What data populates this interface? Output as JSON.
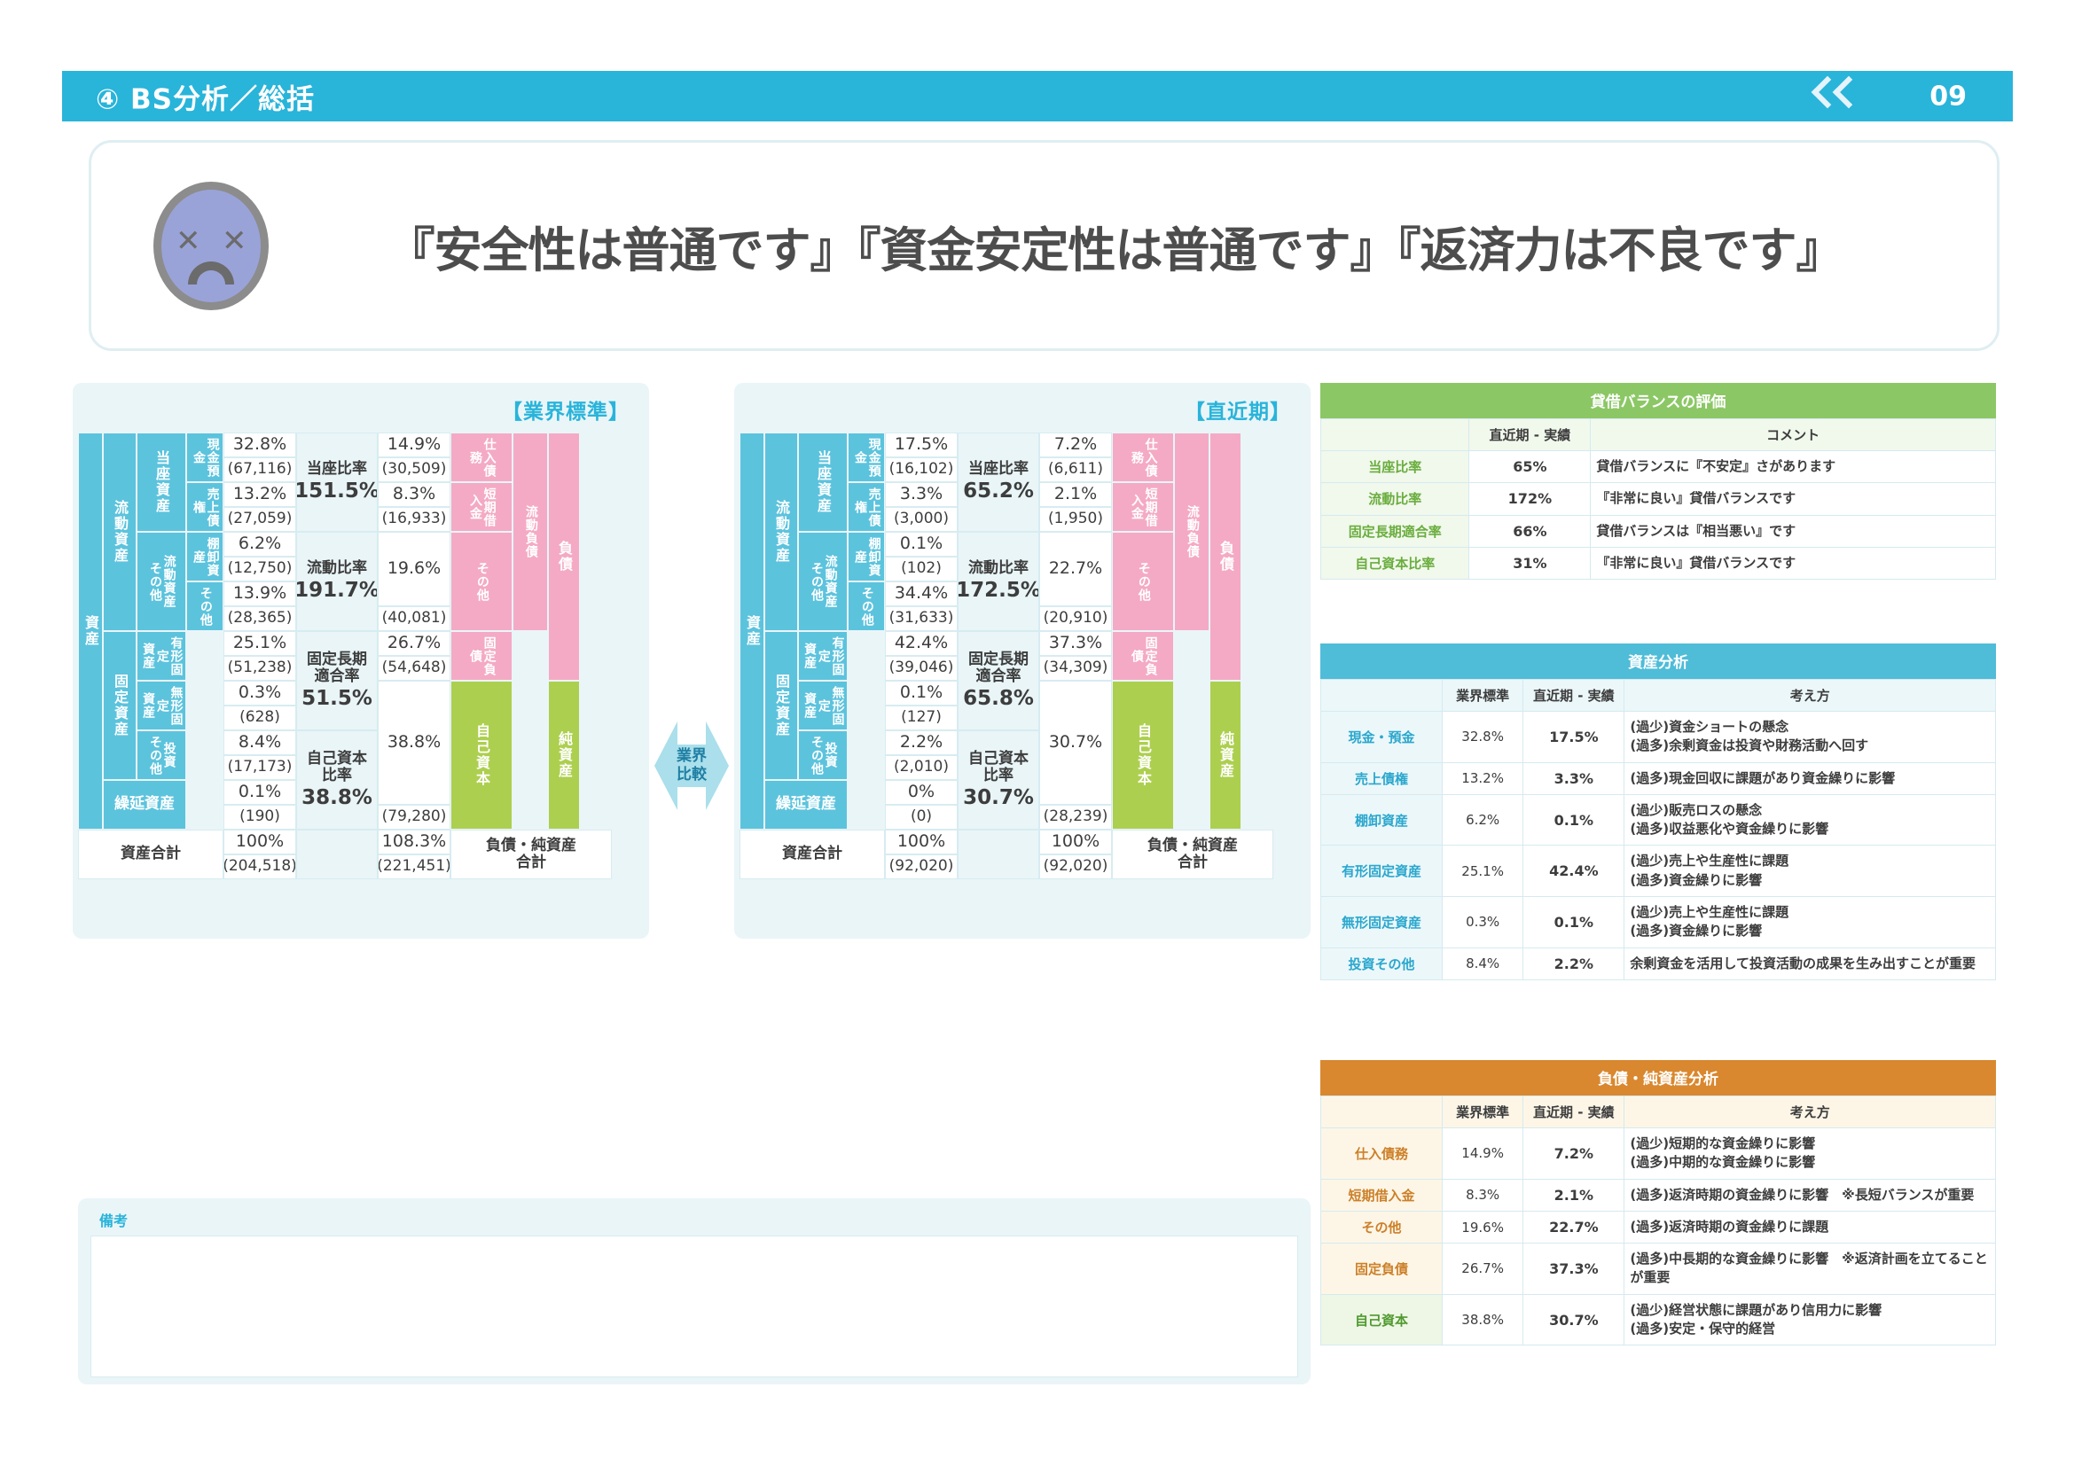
{
  "header": {
    "title": "④ BS分析／総括",
    "page_number": "09",
    "chevron_icon": "double-chevron-left-icon"
  },
  "banner": {
    "face_icon": "dizzy-sad-face-icon",
    "message": "『安全性は普通です』『資金安定性は普通です』『返済力は不良です』"
  },
  "compare_arrow": {
    "line1": "業界",
    "line2": "比較",
    "icon": "double-arrow-horizontal-icon"
  },
  "remarks": {
    "label": "備考",
    "value": ""
  },
  "bs_left": {
    "title": "【業界標準】",
    "assets_col1": "資産",
    "groups": {
      "current": "流動資産",
      "fixed": "固定資産"
    },
    "sub": {
      "quick": "当座資産",
      "current_other": "流動資産\nその他"
    },
    "items": [
      {
        "name": "現金預金",
        "pct": "32.8%",
        "amt": "(67,116)"
      },
      {
        "name": "売上債権",
        "pct": "13.2%",
        "amt": "(27,059)"
      },
      {
        "name": "棚卸資産",
        "pct": "6.2%",
        "amt": "(12,750)"
      },
      {
        "name": "その他",
        "pct": "13.9%",
        "amt": "(28,365)"
      },
      {
        "name": "有形固定資産",
        "pct": "25.1%",
        "amt": "(51,238)"
      },
      {
        "name": "無形固定資産",
        "pct": "0.3%",
        "amt": "(628)"
      },
      {
        "name": "投資その他",
        "pct": "8.4%",
        "amt": "(17,173)"
      },
      {
        "name": "繰延資産",
        "pct": "0.1%",
        "amt": "(190)"
      }
    ],
    "total_assets": {
      "label": "資産合計",
      "pct": "100%",
      "amt": "(204,518)"
    },
    "ratios": [
      {
        "label": "当座比率",
        "value": "151.5%"
      },
      {
        "label": "流動比率",
        "value": "191.7%"
      },
      {
        "label": "固定長期\n適合率",
        "value": "51.5%"
      },
      {
        "label": "自己資本\n比率",
        "value": "38.8%"
      }
    ],
    "liab_items": [
      {
        "name": "仕入債務",
        "pct": "14.9%",
        "amt": "(30,509)"
      },
      {
        "name": "短期借入金",
        "pct": "8.3%",
        "amt": "(16,933)"
      },
      {
        "name": "その他",
        "pct": "19.6%",
        "amt": "(40,081)"
      },
      {
        "name": "固定負債",
        "pct": "26.7%",
        "amt": "(54,648)"
      },
      {
        "name": "自己資本",
        "pct": "38.8%",
        "amt": "(79,280)"
      }
    ],
    "liab_groups": {
      "current": "流動負債",
      "liab": "負債",
      "net": "純資産"
    },
    "total_liab": {
      "label": "負債・純資産\n合計",
      "pct": "108.3%",
      "amt": "(221,451)"
    }
  },
  "bs_right": {
    "title": "【直近期】",
    "assets_col1": "資産",
    "groups": {
      "current": "流動資産",
      "fixed": "固定資産"
    },
    "sub": {
      "quick": "当座資産",
      "current_other": "流動資産\nその他"
    },
    "items": [
      {
        "name": "現金預金",
        "pct": "17.5%",
        "amt": "(16,102)"
      },
      {
        "name": "売上債権",
        "pct": "3.3%",
        "amt": "(3,000)"
      },
      {
        "name": "棚卸資産",
        "pct": "0.1%",
        "amt": "(102)"
      },
      {
        "name": "その他",
        "pct": "34.4%",
        "amt": "(31,633)"
      },
      {
        "name": "有形固定資産",
        "pct": "42.4%",
        "amt": "(39,046)"
      },
      {
        "name": "無形固定資産",
        "pct": "0.1%",
        "amt": "(127)"
      },
      {
        "name": "投資その他",
        "pct": "2.2%",
        "amt": "(2,010)"
      },
      {
        "name": "繰延資産",
        "pct": "0%",
        "amt": "(0)"
      }
    ],
    "total_assets": {
      "label": "資産合計",
      "pct": "100%",
      "amt": "(92,020)"
    },
    "ratios": [
      {
        "label": "当座比率",
        "value": "65.2%"
      },
      {
        "label": "流動比率",
        "value": "172.5%"
      },
      {
        "label": "固定長期\n適合率",
        "value": "65.8%"
      },
      {
        "label": "自己資本\n比率",
        "value": "30.7%"
      }
    ],
    "liab_items": [
      {
        "name": "仕入債務",
        "pct": "7.2%",
        "amt": "(6,611)"
      },
      {
        "name": "短期借入金",
        "pct": "2.1%",
        "amt": "(1,950)"
      },
      {
        "name": "その他",
        "pct": "22.7%",
        "amt": "(20,910)"
      },
      {
        "name": "固定負債",
        "pct": "37.3%",
        "amt": "(34,309)"
      },
      {
        "name": "自己資本",
        "pct": "30.7%",
        "amt": "(28,239)"
      }
    ],
    "liab_groups": {
      "current": "流動負債",
      "liab": "負債",
      "net": "純資産"
    },
    "total_liab": {
      "label": "負債・純資産\n合計",
      "pct": "100%",
      "amt": "(92,020)"
    }
  },
  "table_balance": {
    "title": "貸借バランスの評価",
    "columns": [
      "",
      "直近期 - 実績",
      "コメント"
    ],
    "rows": [
      {
        "name": "当座比率",
        "value": "65%",
        "comment": "貸借バランスに『不安定』さがあります"
      },
      {
        "name": "流動比率",
        "value": "172%",
        "comment": "『非常に良い』貸借バランスです"
      },
      {
        "name": "固定長期適合率",
        "value": "66%",
        "comment": "貸借バランスは『相当悪い』です"
      },
      {
        "name": "自己資本比率",
        "value": "31%",
        "comment": "『非常に良い』貸借バランスです"
      }
    ]
  },
  "table_assets": {
    "title": "資産分析",
    "columns": [
      "",
      "業界標準",
      "直近期 - 実績",
      "考え方"
    ],
    "rows": [
      {
        "name": "現金・預金",
        "std": "32.8%",
        "cur": "17.5%",
        "note": "(過少)資金ショートの懸念\n(過多)余剰資金は投資や財務活動へ回す"
      },
      {
        "name": "売上債権",
        "std": "13.2%",
        "cur": "3.3%",
        "note": "(過多)現金回収に課題があり資金繰りに影響"
      },
      {
        "name": "棚卸資産",
        "std": "6.2%",
        "cur": "0.1%",
        "note": "(過少)販売ロスの懸念\n(過多)収益悪化や資金繰りに影響"
      },
      {
        "name": "有形固定資産",
        "std": "25.1%",
        "cur": "42.4%",
        "note": "(過少)売上や生産性に課題\n(過多)資金繰りに影響"
      },
      {
        "name": "無形固定資産",
        "std": "0.3%",
        "cur": "0.1%",
        "note": "(過少)売上や生産性に課題\n(過多)資金繰りに影響"
      },
      {
        "name": "投資その他",
        "std": "8.4%",
        "cur": "2.2%",
        "note": "余剰資金を活用して投資活動の成果を生み出すことが重要"
      }
    ]
  },
  "table_liabilities": {
    "title": "負債・純資産分析",
    "columns": [
      "",
      "業界標準",
      "直近期 - 実績",
      "考え方"
    ],
    "rows": [
      {
        "name": "仕入債務",
        "std": "14.9%",
        "cur": "7.2%",
        "note": "(過少)短期的な資金繰りに影響\n(過多)中期的な資金繰りに影響"
      },
      {
        "name": "短期借入金",
        "std": "8.3%",
        "cur": "2.1%",
        "note": "(過多)返済時期の資金繰りに影響　※長短バランスが重要"
      },
      {
        "name": "その他",
        "std": "19.6%",
        "cur": "22.7%",
        "note": "(過多)返済時期の資金繰りに課題"
      },
      {
        "name": "固定負債",
        "std": "26.7%",
        "cur": "37.3%",
        "note": "(過多)中長期的な資金繰りに影響　※返済計画を立てることが重要"
      },
      {
        "name": "自己資本",
        "std": "38.8%",
        "cur": "30.7%",
        "note": "(過少)経営状態に課題があり信用力に影響\n(過多)安定・保守的経営"
      }
    ]
  },
  "colors": {
    "accent_blue": "#29b4da",
    "asset_blue": "#5cc3dd",
    "liability_pink": "#f4aac4",
    "equity_green": "#adcf4f",
    "table_green": "#8cc765",
    "table_blue": "#4fbcd8",
    "table_orange": "#d9882f"
  }
}
